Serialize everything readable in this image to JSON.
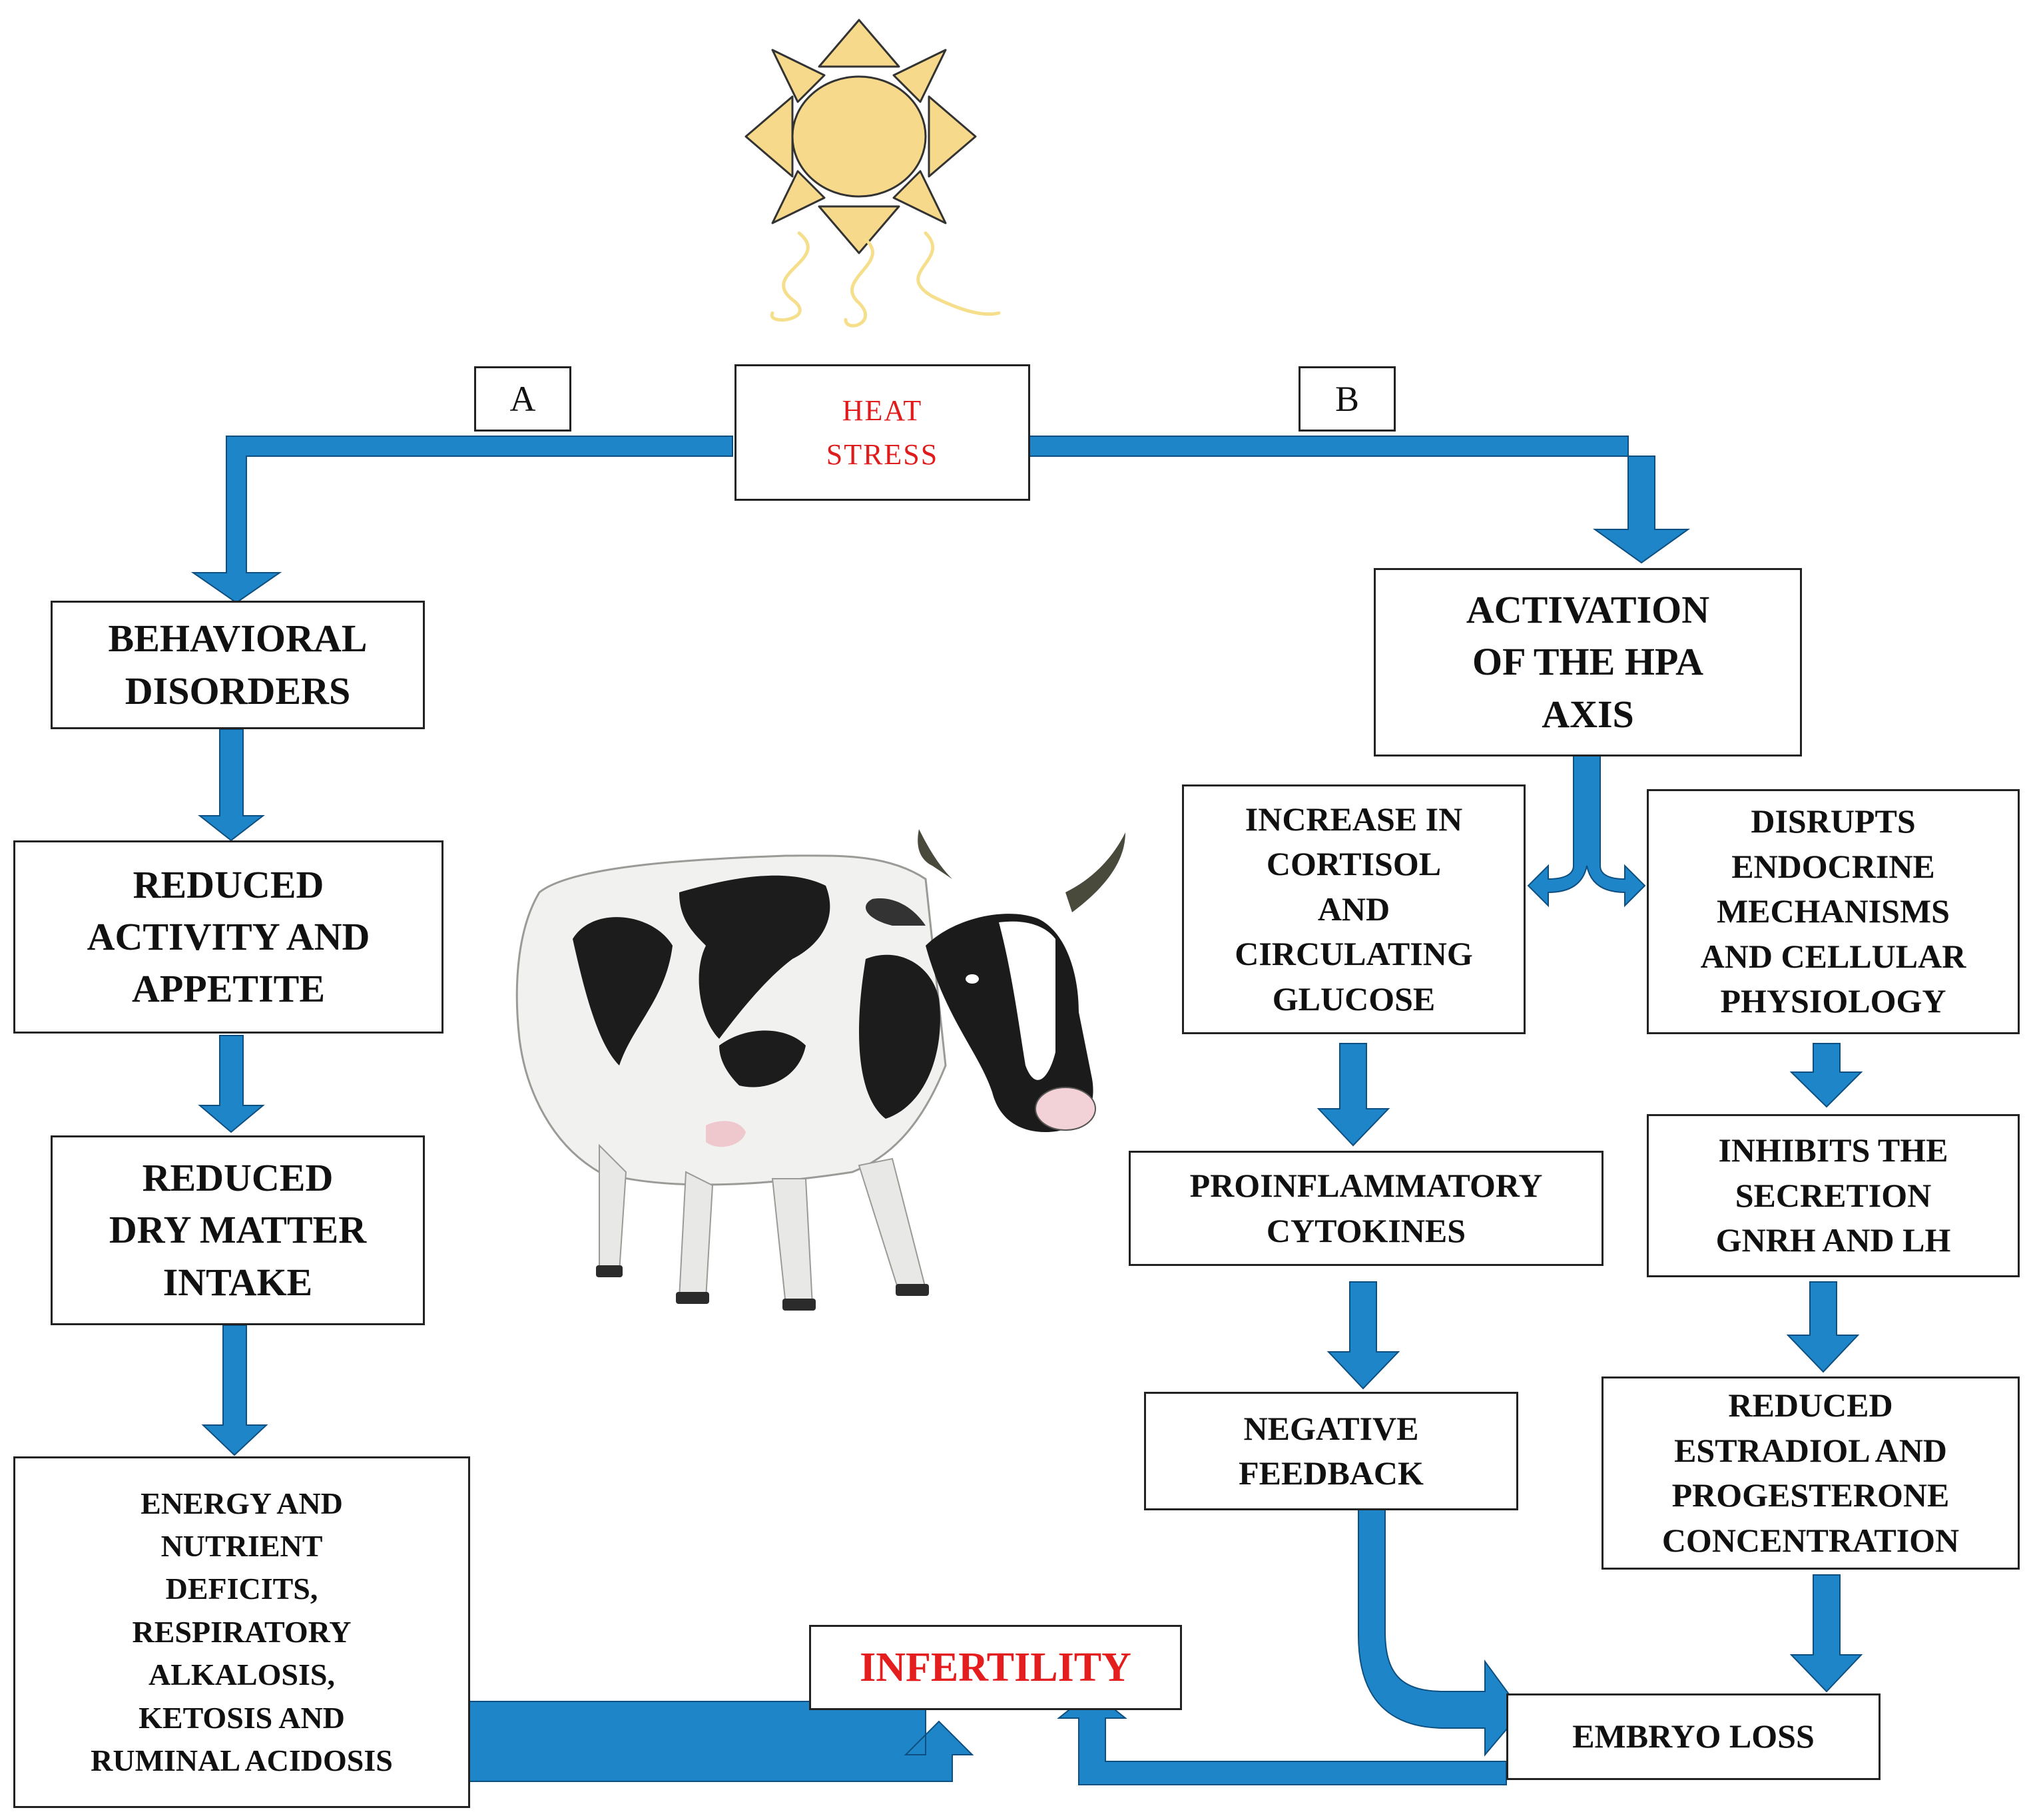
{
  "colors": {
    "arrow": "#1e86c8",
    "arrow_edge": "#0d4f80",
    "sun_fill": "#f6d98a",
    "sun_stroke": "#333333",
    "infertility_text": "#e41e1e"
  },
  "branch_labels": {
    "a": "A",
    "b": "B"
  },
  "heat_stress": "HEAT\nSTRESS",
  "pathway_a": {
    "behavioral_disorders": "BEHAVIORAL\nDISORDERS",
    "reduced_activity": "REDUCED\nACTIVITY AND\nAPPETITE",
    "reduced_dmi": "REDUCED\nDRY MATTER\nINTAKE",
    "deficits": "ENERGY AND\nNUTRIENT\nDEFICITS,\nRESPIRATORY\nALKALOSIS,\nKETOSIS AND\nRUMINAL ACIDOSIS"
  },
  "pathway_b": {
    "hpa_activation": "ACTIVATION\nOF THE HPA\nAXIS",
    "cortisol": "INCREASE IN\nCORTISOL\nAND\nCIRCULATING\nGLUCOSE",
    "endocrine": "DISRUPTS\nENDOCRINE\nMECHANISMS\nAND CELLULAR\nPHYSIOLOGY",
    "cytokines": "PROINFLAMMATORY\nCYTOKINES",
    "inhibits": "INHIBITS THE\nSECRETION\nGNRH AND LH",
    "negative_feedback": "NEGATIVE\nFEEDBACK",
    "reduced_hormones": "REDUCED\nESTRADIOL AND\nPROGESTERONE\nCONCENTRATION",
    "embryo_loss": "EMBRYO LOSS"
  },
  "outcome": "INFERTILITY"
}
